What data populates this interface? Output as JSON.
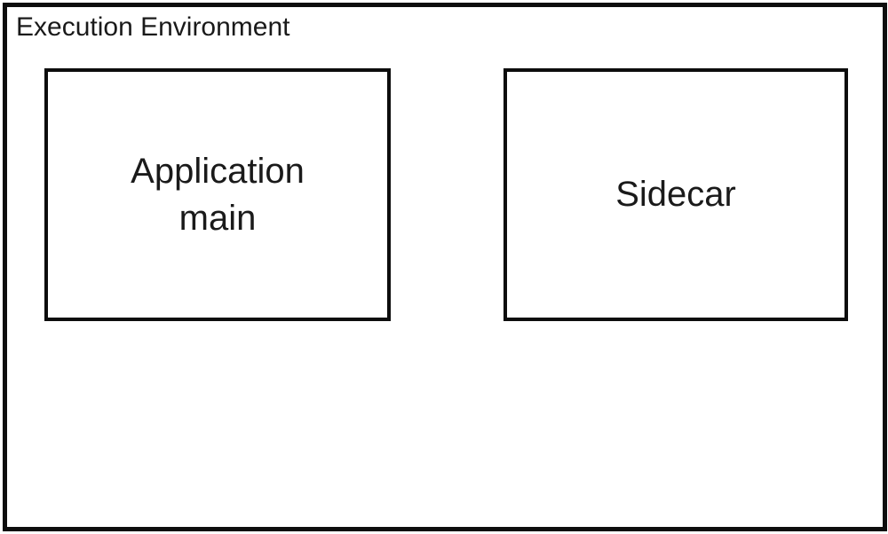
{
  "diagram": {
    "type": "block-diagram",
    "container": {
      "label": "Execution Environment"
    },
    "nodes": [
      {
        "id": "application-main",
        "label": "Application\nmain"
      },
      {
        "id": "sidecar",
        "label": "Sidecar"
      }
    ],
    "colors": {
      "border": "#0d0d0d",
      "text": "#1a1a1a",
      "background": "#ffffff"
    }
  }
}
